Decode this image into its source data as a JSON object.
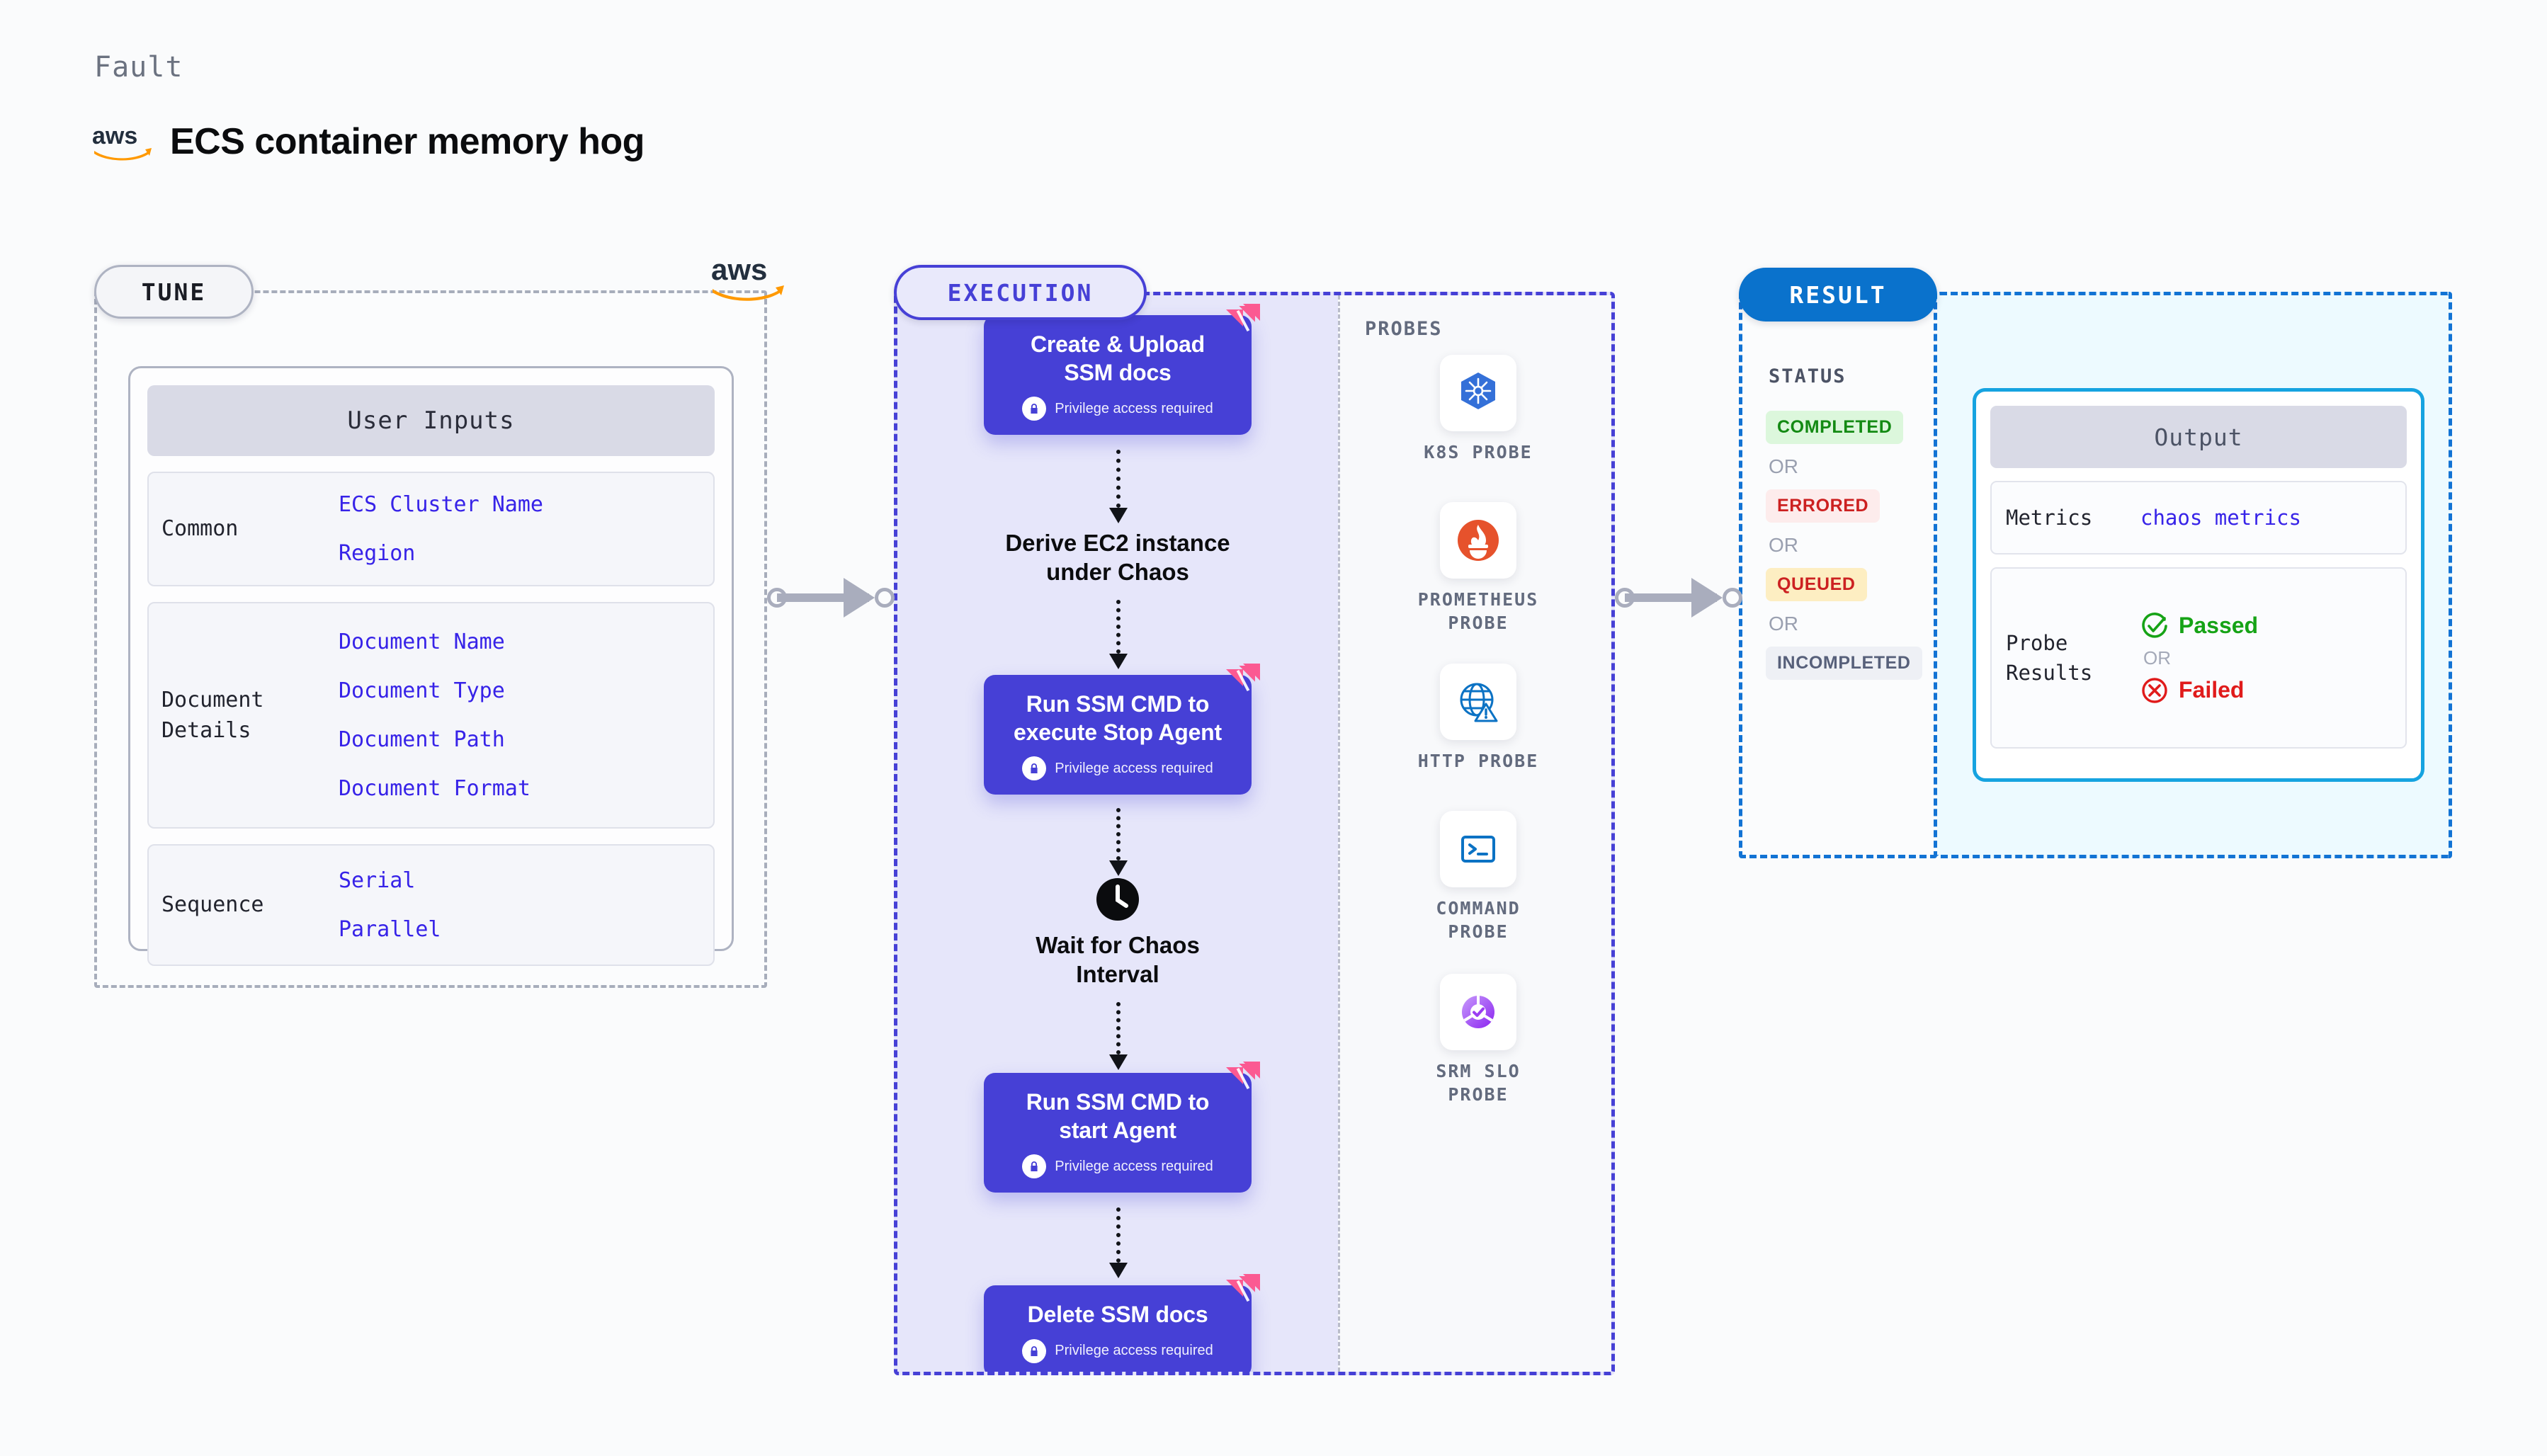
{
  "header": {
    "eyebrow": "Fault",
    "title": "ECS container memory hog",
    "brand_icon": "aws-logo"
  },
  "tune": {
    "pill_label": "TUNE",
    "brand_icon": "aws-logo",
    "inputs_title": "User Inputs",
    "groups": [
      {
        "label": "Common",
        "values": [
          "ECS Cluster Name",
          "Region"
        ]
      },
      {
        "label": "Document\nDetails",
        "values": [
          "Document Name",
          "Document Type",
          "Document Path",
          "Document Format"
        ]
      },
      {
        "label": "Sequence",
        "values": [
          "Serial",
          "Parallel"
        ]
      }
    ]
  },
  "execution": {
    "pill_label": "EXECUTION",
    "privilege_note": "Privilege access required",
    "steps": [
      {
        "type": "card",
        "title": "Create & Upload\nSSM docs",
        "privileged": true,
        "badge_icon": "harness-ribbon-icon"
      },
      {
        "type": "plain",
        "title": "Derive EC2 instance\nunder Chaos"
      },
      {
        "type": "card",
        "title": "Run SSM CMD to\nexecute Stop Agent",
        "privileged": true,
        "badge_icon": "harness-ribbon-icon"
      },
      {
        "type": "clock",
        "title": "Wait for Chaos\nInterval",
        "icon": "clock-icon"
      },
      {
        "type": "card",
        "title": "Run SSM CMD to\nstart Agent",
        "privileged": true,
        "badge_icon": "harness-ribbon-icon"
      },
      {
        "type": "card",
        "title": "Delete SSM docs",
        "privileged": true,
        "badge_icon": "harness-ribbon-icon"
      }
    ]
  },
  "probes": {
    "title": "PROBES",
    "items": [
      {
        "label": "K8S PROBE",
        "icon": "kubernetes-icon"
      },
      {
        "label": "PROMETHEUS\nPROBE",
        "icon": "prometheus-icon"
      },
      {
        "label": "HTTP PROBE",
        "icon": "http-globe-icon"
      },
      {
        "label": "COMMAND\nPROBE",
        "icon": "terminal-icon"
      },
      {
        "label": "SRM SLO\nPROBE",
        "icon": "srm-slo-icon"
      }
    ]
  },
  "result": {
    "pill_label": "RESULT",
    "status_heading": "STATUS",
    "or_label": "OR",
    "statuses": [
      {
        "label": "COMPLETED",
        "tone": "green"
      },
      {
        "label": "ERRORED",
        "tone": "red"
      },
      {
        "label": "QUEUED",
        "tone": "amber"
      },
      {
        "label": "INCOMPLETED",
        "tone": "gray"
      }
    ],
    "output": {
      "title": "Output",
      "metrics_label": "Metrics",
      "metrics_value": "chaos metrics",
      "probe_results_label": "Probe\nResults",
      "passed_label": "Passed",
      "failed_label": "Failed",
      "or_label": "OR",
      "passed_icon": "check-circle-icon",
      "failed_icon": "x-circle-icon"
    }
  },
  "colors": {
    "accent_purple": "#4640d6",
    "accent_blue": "#1273d4",
    "aws_orange": "#f90",
    "ribbon_pink": "#fb5a92",
    "pass_green": "#16a316",
    "fail_red": "#e01b1b"
  }
}
